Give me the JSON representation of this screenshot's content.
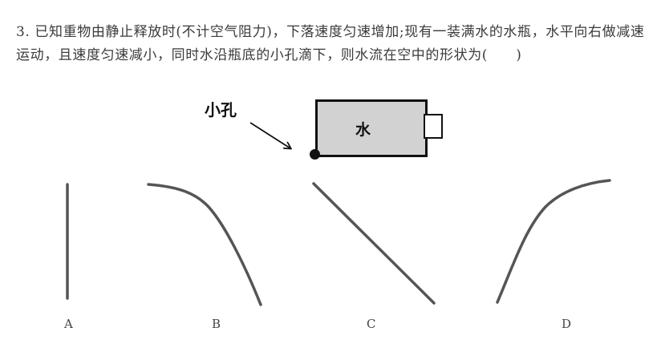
{
  "question": {
    "text": "3. 已知重物由静止释放时(不计空气阻力)，下落速度匀速增加;现有一装满水的水瓶，水平向右做减速运动，且速度匀速减小，同时水沿瓶底的小孔滴下，则水流在空中的形状为(　　)"
  },
  "diagram": {
    "hole_label": "小孔",
    "bottle_label": "水"
  },
  "options": [
    {
      "label": "A"
    },
    {
      "label": "B"
    },
    {
      "label": "C"
    },
    {
      "label": "D"
    }
  ],
  "colors": {
    "bottle_fill": "#d2d2d2",
    "stroke": "#111111",
    "curve": "#555555"
  }
}
